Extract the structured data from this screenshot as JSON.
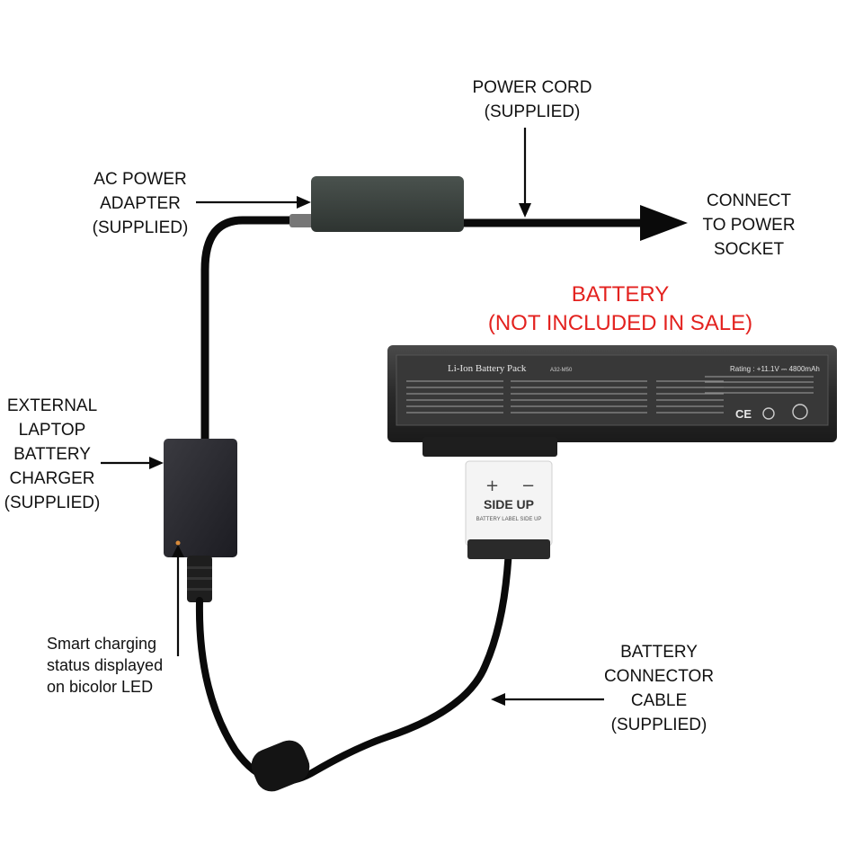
{
  "labels": {
    "power_cord": [
      "POWER CORD",
      "(SUPPLIED)"
    ],
    "ac_adapter": [
      "AC POWER",
      "ADAPTER",
      "(SUPPLIED)"
    ],
    "connect_socket": [
      "CONNECT",
      "TO POWER",
      "SOCKET"
    ],
    "battery_title": [
      "BATTERY",
      "(NOT INCLUDED IN SALE)"
    ],
    "charger": [
      "EXTERNAL",
      "LAPTOP",
      "BATTERY",
      "CHARGER",
      "(SUPPLIED)"
    ],
    "led_note": [
      "Smart charging",
      "status displayed",
      "on bicolor LED"
    ],
    "connector_cable": [
      "BATTERY",
      "CONNECTOR",
      "CABLE",
      "(SUPPLIED)"
    ]
  },
  "battery": {
    "brand_line": "Li-Ion Battery Pack",
    "model": "A32-M50",
    "rating": "Rating : +11.1V ⎓ 4800mAh",
    "ce_mark": "CE"
  },
  "connector_plug": {
    "plus": "+",
    "minus": "−",
    "side_up": "SIDE UP",
    "side_up_sub": "BATTERY LABEL SIDE UP"
  },
  "colors": {
    "text_red": "#e3221f",
    "cable": "#0a0a0a",
    "device_body": "#3a403d",
    "battery_body": "#2c2c2c"
  }
}
